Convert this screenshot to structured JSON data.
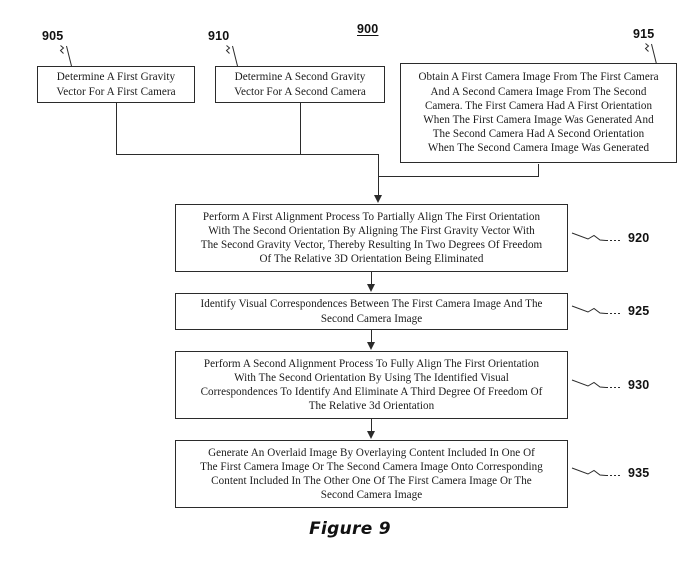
{
  "figure": {
    "caption": "Figure 9",
    "diagram_number": "900"
  },
  "reference_numbers": {
    "n905": "905",
    "n910": "910",
    "n915": "915",
    "n920": "920",
    "n925": "925",
    "n930": "930",
    "n935": "935"
  },
  "boxes": {
    "b905": {
      "ref": "905",
      "text": "Determine A First Gravity\nVector For A First Camera"
    },
    "b910": {
      "ref": "910",
      "text": "Determine A Second Gravity\nVector For A Second Camera"
    },
    "b915": {
      "ref": "915",
      "text": "Obtain A First Camera Image From The First Camera\nAnd A Second Camera Image From The Second\nCamera. The First Camera Had A First Orientation\nWhen The First Camera Image Was Generated And\nThe Second Camera Had A Second Orientation\nWhen The Second Camera Image Was Generated"
    },
    "b920": {
      "ref": "920",
      "text": "Perform A First Alignment Process To Partially Align The First Orientation\nWith The Second Orientation By Aligning The First Gravity Vector With\nThe Second Gravity Vector, Thereby Resulting In Two Degrees Of Freedom\nOf The Relative 3D Orientation Being Eliminated"
    },
    "b925": {
      "ref": "925",
      "text": "Identify Visual Correspondences Between The First Camera Image And The\nSecond Camera Image"
    },
    "b930": {
      "ref": "930",
      "text": "Perform A Second Alignment Process To Fully Align The First Orientation\nWith The Second Orientation By Using The Identified Visual\nCorrespondences To Identify And Eliminate A Third Degree Of Freedom Of\nThe Relative 3d Orientation"
    },
    "b935": {
      "ref": "935",
      "text": "Generate An Overlaid Image By Overlaying Content Included In One Of\nThe First Camera Image Or The Second Camera Image Onto Corresponding\nContent Included In The Other One Of The First Camera Image Or The\nSecond Camera Image"
    }
  },
  "colors": {
    "stroke": "#2b2b2b",
    "text": "#1a1a1a",
    "background": "#ffffff"
  }
}
